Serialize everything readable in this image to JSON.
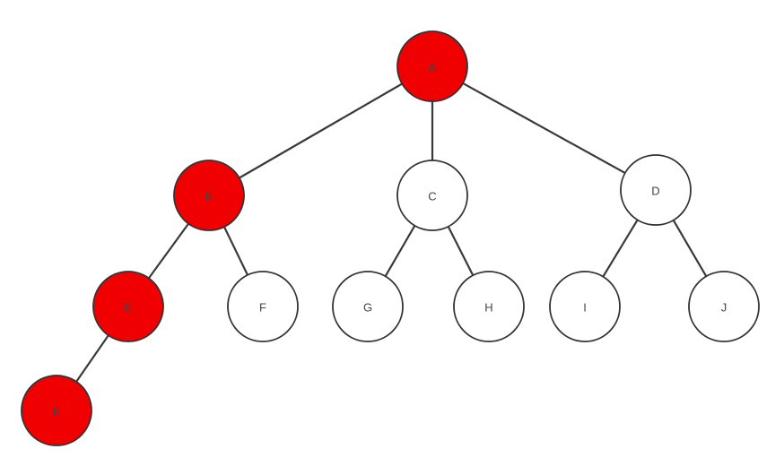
{
  "diagram": {
    "type": "tree",
    "colors": {
      "highlight_fill": "#f00000",
      "default_fill": "#ffffff",
      "stroke": "#333333",
      "edge": "#3a3a3a",
      "label": "#444444"
    },
    "nodes": [
      {
        "id": "A",
        "label": "A",
        "highlighted": true
      },
      {
        "id": "B",
        "label": "B",
        "highlighted": true
      },
      {
        "id": "C",
        "label": "C",
        "highlighted": false
      },
      {
        "id": "D",
        "label": "D",
        "highlighted": false
      },
      {
        "id": "E",
        "label": "E",
        "highlighted": true
      },
      {
        "id": "F",
        "label": "F",
        "highlighted": false
      },
      {
        "id": "G",
        "label": "G",
        "highlighted": false
      },
      {
        "id": "H",
        "label": "H",
        "highlighted": false
      },
      {
        "id": "I",
        "label": "I",
        "highlighted": false
      },
      {
        "id": "J",
        "label": "J",
        "highlighted": false
      },
      {
        "id": "K",
        "label": "K",
        "highlighted": true
      }
    ],
    "edges": [
      {
        "from": "A",
        "to": "B"
      },
      {
        "from": "A",
        "to": "C"
      },
      {
        "from": "A",
        "to": "D"
      },
      {
        "from": "B",
        "to": "E"
      },
      {
        "from": "B",
        "to": "F"
      },
      {
        "from": "C",
        "to": "G"
      },
      {
        "from": "C",
        "to": "H"
      },
      {
        "from": "D",
        "to": "I"
      },
      {
        "from": "D",
        "to": "J"
      },
      {
        "from": "E",
        "to": "K"
      }
    ]
  }
}
